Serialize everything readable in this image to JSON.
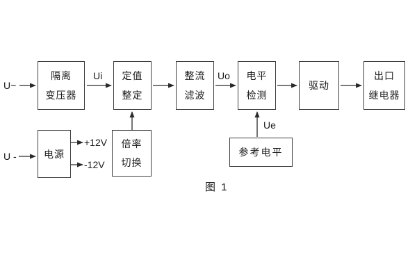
{
  "figure": {
    "caption": "图 1",
    "colors": {
      "background": "#ffffff",
      "box_border": "#3d3d3d",
      "line": "#2b2b2b",
      "text": "#1a1a1a"
    },
    "blocks": {
      "isolation_transformer": {
        "line1": "隔离",
        "line2": "变压器"
      },
      "setting_adjust": {
        "line1": "定值",
        "line2": "整定"
      },
      "rectify_filter": {
        "line1": "整流",
        "line2": "滤波"
      },
      "level_detect": {
        "line1": "电平",
        "line2": "检测"
      },
      "drive": {
        "label": "驱动"
      },
      "output_relay": {
        "line1": "出口",
        "line2": "继电器"
      },
      "power_supply": {
        "label": "电源"
      },
      "ratio_switch": {
        "line1": "倍率",
        "line2": "切换"
      },
      "reference_level": {
        "label": "参考电平"
      }
    },
    "labels": {
      "input_ac": "U~",
      "input_dc": "U -",
      "ui": "Ui",
      "uo": "Uo",
      "ue": "Ue",
      "plus12": "+12V",
      "minus12": "-12V"
    }
  }
}
